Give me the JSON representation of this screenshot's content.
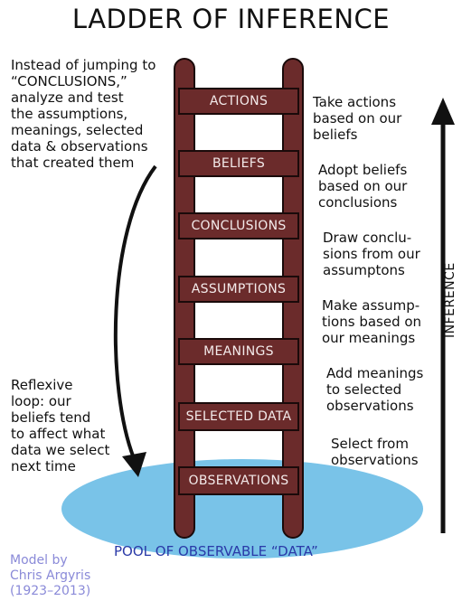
{
  "title": "LADDER OF INFERENCE",
  "left_notes": {
    "top_lines": [
      "Instead of jumping to",
      "“CONCLUSIONS,”",
      "analyze and test",
      "the assumptions,",
      "meanings, selected",
      "data & observations",
      "that created them"
    ],
    "bottom_lines": [
      "Reflexive",
      "loop: our",
      "beliefs tend",
      "to affect what",
      "data we select",
      "next time"
    ]
  },
  "rungs": [
    {
      "label": "ACTIONS",
      "desc_lines": [
        "Take actions",
        "based on our",
        "beliefs"
      ]
    },
    {
      "label": "BELIEFS",
      "desc_lines": [
        "Adopt beliefs",
        "based on our",
        "conclusions"
      ]
    },
    {
      "label": "CONCLUSIONS",
      "desc_lines": [
        "Draw conclu-",
        "sions from our",
        "assumptons"
      ]
    },
    {
      "label": "ASSUMPTIONS",
      "desc_lines": [
        "Make assump-",
        "tions based on",
        "our meanings"
      ]
    },
    {
      "label": "MEANINGS",
      "desc_lines": [
        "Add meanings",
        "to selected",
        "observations"
      ]
    },
    {
      "label": "SELECTED DATA",
      "desc_lines": [
        "Select from",
        "observations"
      ]
    },
    {
      "label": "OBSERVATIONS",
      "desc_lines": []
    }
  ],
  "pool_label": "POOL OF OBSERVABLE “DATA”",
  "inference_label": "INFERENCE",
  "credit_lines": [
    "Model by",
    "Chris Argyris",
    "(1923–2013)"
  ],
  "colors": {
    "ladder": "#6b2b2b",
    "ladder_outline": "#1a0a0a",
    "pool": "#79c3e8",
    "credit": "#8a8ad8",
    "pool_text": "#2a3aa8"
  }
}
